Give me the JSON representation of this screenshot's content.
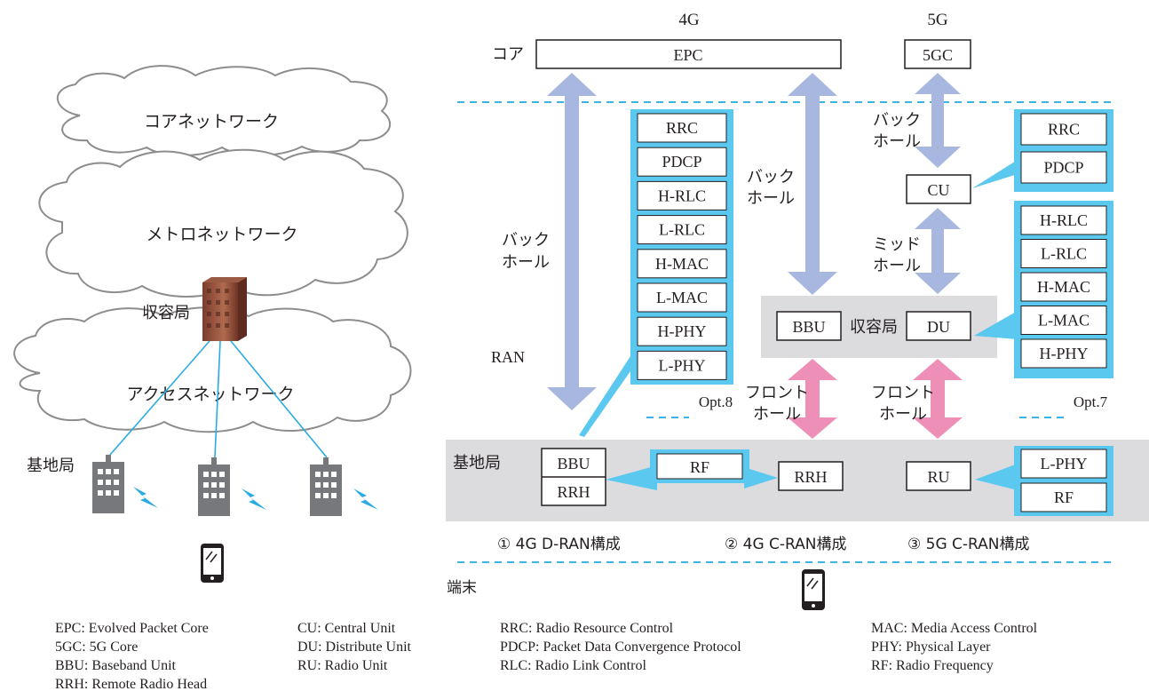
{
  "headers": {
    "g4": "4G",
    "g5": "5G"
  },
  "core_label": "コア",
  "epc": "EPC",
  "gc5": "5GC",
  "clouds": {
    "core": "コアネットワーク",
    "metro": "メトロネットワーク",
    "access": "アクセスネットワーク"
  },
  "left_labels": {
    "office": "収容局",
    "base_station": "基地局"
  },
  "ran": "RAN",
  "haul": {
    "back_a1": "バック",
    "back_a2": "ホール",
    "back_b1": "バック",
    "back_b2": "ホール",
    "back_c1": "バック",
    "back_c2": "ホール",
    "mid1": "ミッド",
    "mid2": "ホール",
    "front_a1": "フロント",
    "front_a2": "ホール",
    "front_b1": "フロント",
    "front_b2": "ホール"
  },
  "stack_4g": [
    "RRC",
    "PDCP",
    "H-RLC",
    "L-RLC",
    "H-MAC",
    "L-MAC",
    "H-PHY",
    "L-PHY"
  ],
  "stack_cu": [
    "RRC",
    "PDCP"
  ],
  "stack_du": [
    "H-RLC",
    "L-RLC",
    "H-MAC",
    "L-MAC",
    "H-PHY"
  ],
  "stack_ru": [
    "L-PHY",
    "RF"
  ],
  "nodes": {
    "cu": "CU",
    "bbu": "BBU",
    "office": "収容局",
    "du": "DU",
    "rrh": "RRH",
    "ru": "RU",
    "rf": "RF",
    "bbu1": "BBU",
    "rrh1": "RRH"
  },
  "options": {
    "opt8": "Opt.8",
    "opt7": "Opt.7"
  },
  "base_station": "基地局",
  "terminal": "端末",
  "configs": [
    "① 4G D-RAN構成",
    "② 4G C-RAN構成",
    "③ 5G C-RAN構成"
  ],
  "legend": [
    [
      "EPC: Evolved Packet Core",
      "5GC: 5G Core",
      "BBU: Baseband Unit",
      "RRH: Remote Radio Head"
    ],
    [
      "CU: Central Unit",
      "DU: Distribute Unit",
      "RU: Radio Unit"
    ],
    [
      "RRC: Radio Resource Control",
      "PDCP: Packet Data Convergence Protocol",
      "RLC: Radio Link Control"
    ],
    [
      "MAC: Media Access Control",
      "PHY: Physical Layer",
      "RF: Radio Frequency"
    ]
  ],
  "colors": {
    "cyan": "#5bc8f0",
    "arrow_blue": "#a7b7df",
    "arrow_pink": "#ee8fb7",
    "panel": "#dcdcde",
    "cloud_stroke": "#8d8d8d",
    "dash": "#3ab4e6"
  }
}
